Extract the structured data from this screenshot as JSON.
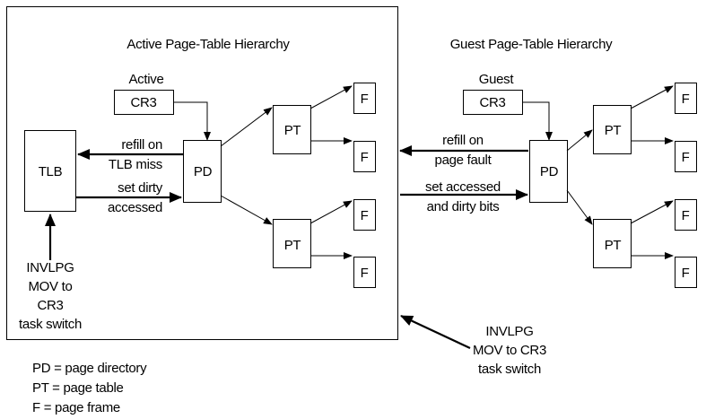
{
  "active": {
    "title": "Active Page-Table Hierarchy",
    "cr3_caption": "Active",
    "cr3": "CR3",
    "tlb": "TLB",
    "pd": "PD",
    "pt": "PT",
    "frame": "F",
    "refill_line1": "refill on",
    "refill_line2": "TLB miss",
    "dirty_line1": "set dirty",
    "dirty_line2": "accessed",
    "invlpg": [
      "INVLPG",
      "MOV to",
      "CR3",
      "task switch"
    ]
  },
  "guest": {
    "title": "Guest Page-Table Hierarchy",
    "cr3_caption": "Guest",
    "cr3": "CR3",
    "pd": "PD",
    "pt": "PT",
    "frame": "F",
    "refill_line1": "refill on",
    "refill_line2": "page fault",
    "set_line1": "set accessed",
    "set_line2": "and dirty bits"
  },
  "outside_invlpg": [
    "INVLPG",
    "MOV to CR3",
    "task switch"
  ],
  "legend": [
    "PD = page directory",
    "PT = page table",
    "F = page frame"
  ]
}
